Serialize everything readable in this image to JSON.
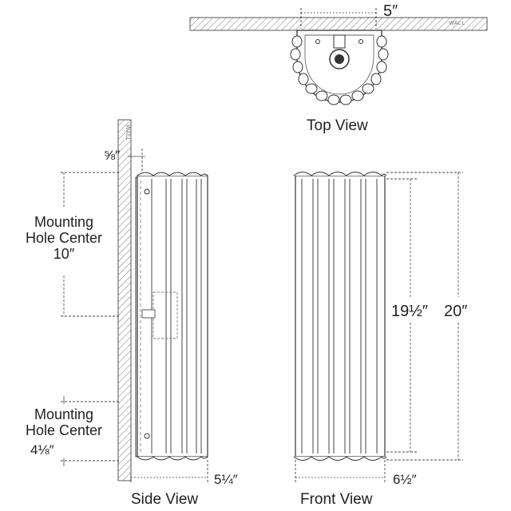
{
  "views": {
    "top": "Top View",
    "side": "Side View",
    "front": "Front View"
  },
  "wall_labels": {
    "top": "WALL",
    "side": "WALL"
  },
  "dimensions": {
    "top_depth": "5″",
    "wall_offset": "⅝″",
    "mounting_hole_upper": [
      "Mounting",
      "Hole Center",
      "10″"
    ],
    "mounting_hole_lower": [
      "Mounting",
      "Hole Center",
      "4⅛″"
    ],
    "side_depth": "5¼″",
    "front_width": "6½″",
    "inner_height": "19½″",
    "overall_height": "20″"
  },
  "colors": {
    "line": "#333333",
    "dim_line": "#444444",
    "hatch": "#777777"
  }
}
